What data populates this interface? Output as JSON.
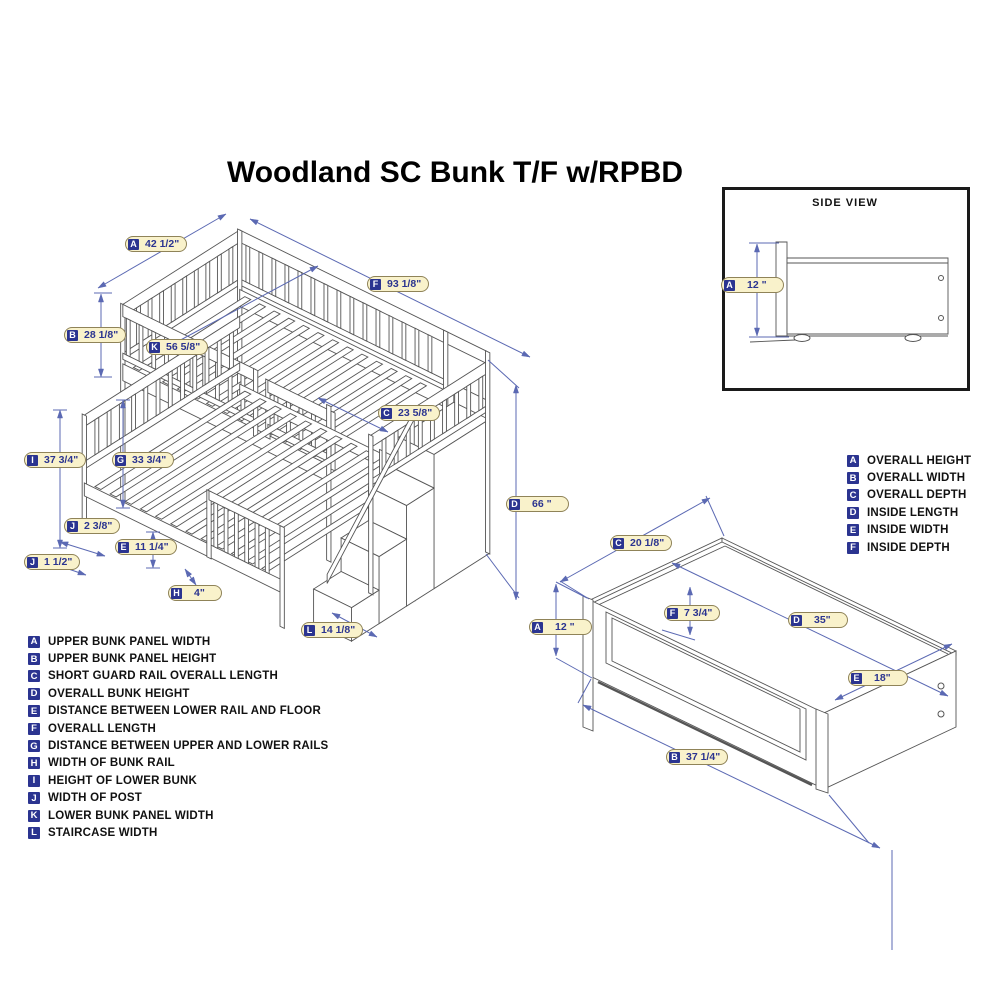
{
  "title": "Woodland SC Bunk T/F w/RPBD",
  "colors": {
    "navy": "#2b3490",
    "cream": "#f9f2cb",
    "pill_border": "#8f8358",
    "dim_line": "#5b69b3",
    "line": "#555555",
    "box_border": "#1a1a1a"
  },
  "main_diagram": {
    "dims": [
      {
        "letter": "A",
        "value": "42 1/2\""
      },
      {
        "letter": "B",
        "value": "28 1/8\""
      },
      {
        "letter": "K",
        "value": "56 5/8\""
      },
      {
        "letter": "F",
        "value": "93 1/8\""
      },
      {
        "letter": "C",
        "value": "23 5/8\""
      },
      {
        "letter": "G",
        "value": "33 3/4\""
      },
      {
        "letter": "I",
        "value": "37 3/4\""
      },
      {
        "letter": "D",
        "value": "66 \""
      },
      {
        "letter": "J",
        "value": "2 3/8\""
      },
      {
        "letter": "E",
        "value": "11 1/4\""
      },
      {
        "letter": "J",
        "value": "1 1/2\""
      },
      {
        "letter": "H",
        "value": "4\""
      },
      {
        "letter": "L",
        "value": "14 1/8\""
      }
    ]
  },
  "side_view": {
    "title": "SIDE VIEW",
    "dims": [
      {
        "letter": "A",
        "value": "12 \""
      }
    ]
  },
  "trundle_diagram": {
    "dims": [
      {
        "letter": "C",
        "value": "20 1/8\""
      },
      {
        "letter": "A",
        "value": "12 \""
      },
      {
        "letter": "F",
        "value": "7 3/4\""
      },
      {
        "letter": "D",
        "value": "35\""
      },
      {
        "letter": "E",
        "value": "18\""
      },
      {
        "letter": "B",
        "value": "37 1/4\""
      }
    ]
  },
  "main_legend": {
    "items": [
      {
        "letter": "A",
        "label": "UPPER BUNK PANEL WIDTH"
      },
      {
        "letter": "B",
        "label": "UPPER BUNK PANEL HEIGHT"
      },
      {
        "letter": "C",
        "label": "SHORT GUARD RAIL OVERALL LENGTH"
      },
      {
        "letter": "D",
        "label": "OVERALL BUNK HEIGHT"
      },
      {
        "letter": "E",
        "label": "DISTANCE BETWEEN LOWER RAIL AND FLOOR"
      },
      {
        "letter": "F",
        "label": "OVERALL LENGTH"
      },
      {
        "letter": "G",
        "label": "DISTANCE BETWEEN UPPER AND LOWER RAILS"
      },
      {
        "letter": "H",
        "label": "WIDTH OF BUNK RAIL"
      },
      {
        "letter": "I",
        "label": "HEIGHT OF LOWER BUNK"
      },
      {
        "letter": "J",
        "label": "WIDTH OF POST"
      },
      {
        "letter": "K",
        "label": "LOWER BUNK PANEL WIDTH"
      },
      {
        "letter": "L",
        "label": "STAIRCASE WIDTH"
      }
    ]
  },
  "trundle_legend": {
    "items": [
      {
        "letter": "A",
        "label": "OVERALL HEIGHT"
      },
      {
        "letter": "B",
        "label": "OVERALL WIDTH"
      },
      {
        "letter": "C",
        "label": "OVERALL DEPTH"
      },
      {
        "letter": "D",
        "label": "INSIDE LENGTH"
      },
      {
        "letter": "E",
        "label": "INSIDE WIDTH"
      },
      {
        "letter": "F",
        "label": "INSIDE DEPTH"
      }
    ]
  }
}
